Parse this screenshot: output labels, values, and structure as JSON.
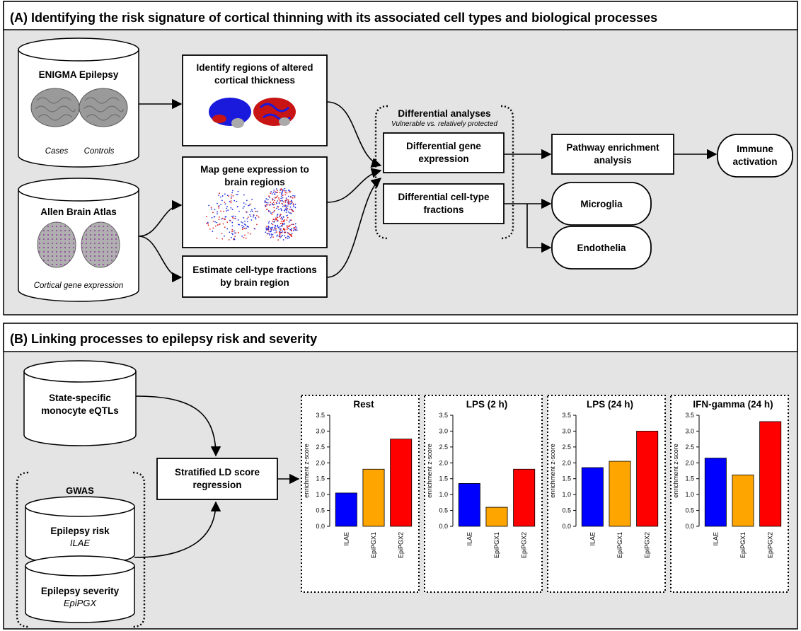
{
  "panel_a": {
    "title": "(A) Identifying the risk signature of cortical thinning with its associated cell types and biological processes",
    "db_enigma": {
      "title": "ENIGMA Epilepsy",
      "label_left": "Cases",
      "label_right": "Controls"
    },
    "db_allen": {
      "title": "Allen Brain Atlas",
      "caption": "Cortical gene expression"
    },
    "box_thickness": {
      "line1": "Identify regions of altered",
      "line2": "cortical thickness"
    },
    "box_expression": {
      "line1": "Map gene expression to",
      "line2": "brain regions"
    },
    "box_celltype": {
      "line1": "Estimate cell-type fractions",
      "line2": "by brain region"
    },
    "diff_group": {
      "title": "Differential analyses",
      "subtitle": "Vulnerable vs. relatively protected"
    },
    "box_diff_gene": {
      "line1": "Differential gene",
      "line2": "expression"
    },
    "box_diff_cell": {
      "line1": "Differential cell-type",
      "line2": "fractions"
    },
    "box_pathway": {
      "line1": "Pathway enrichment",
      "line2": "analysis"
    },
    "out_immune": {
      "line1": "Immune",
      "line2": "activation"
    },
    "out_microglia": "Microglia",
    "out_endothelia": "Endothelia"
  },
  "panel_b": {
    "title": "(B) Linking processes to epilepsy risk and severity",
    "db_eqtl": {
      "line1": "State-specific",
      "line2": "monocyte eQTLs"
    },
    "gwas_label": "GWAS",
    "db_risk": {
      "title": "Epilepsy risk",
      "subtitle": "ILAE"
    },
    "db_severity": {
      "title": "Epilepsy severity",
      "subtitle": "EpiPGX"
    },
    "box_ldsc": {
      "line1": "Stratified LD score",
      "line2": "regression"
    }
  },
  "colors": {
    "ILAE": "#0000ff",
    "EpiPGX1": "#ffa500",
    "EpiPGX2": "#ff0000",
    "panel_bg": "#e4e4e4"
  },
  "chart_data": [
    {
      "type": "bar",
      "title": "Rest",
      "ylabel": "enrichment z-score",
      "categories": [
        "ILAE",
        "EpiPGX1",
        "EpiPGX2"
      ],
      "values": [
        1.05,
        1.8,
        2.75
      ],
      "ylim": [
        0,
        3.5
      ],
      "yticks": [
        "0.0",
        "0.5",
        "1.0",
        "1.5",
        "2.0",
        "2.5",
        "3.0",
        "3.5"
      ]
    },
    {
      "type": "bar",
      "title": "LPS (2 h)",
      "ylabel": "enrichment z-score",
      "categories": [
        "ILAE",
        "EpiPGX1",
        "EpiPGX2"
      ],
      "values": [
        1.35,
        0.6,
        1.8
      ],
      "ylim": [
        0,
        3.5
      ],
      "yticks": [
        "0.0",
        "0.5",
        "1.0",
        "1.5",
        "2.0",
        "2.5",
        "3.0",
        "3.5"
      ]
    },
    {
      "type": "bar",
      "title": "LPS (24 h)",
      "ylabel": "enrichment z-score",
      "categories": [
        "ILAE",
        "EpiPGX1",
        "EpiPGX2"
      ],
      "values": [
        1.85,
        2.05,
        3.0
      ],
      "ylim": [
        0,
        3.5
      ],
      "yticks": [
        "0.0",
        "0.5",
        "1.0",
        "1.5",
        "2.0",
        "2.5",
        "3.0",
        "3.5"
      ]
    },
    {
      "type": "bar",
      "title": "IFN-gamma (24 h)",
      "ylabel": "enrichment z-score",
      "categories": [
        "ILAE",
        "EpiPGX1",
        "EpiPGX2"
      ],
      "values": [
        2.15,
        1.62,
        3.3
      ],
      "ylim": [
        0,
        3.5
      ],
      "yticks": [
        "0.0",
        "0.5",
        "1.0",
        "1.5",
        "2.0",
        "2.5",
        "3.0",
        "3.5"
      ]
    }
  ]
}
